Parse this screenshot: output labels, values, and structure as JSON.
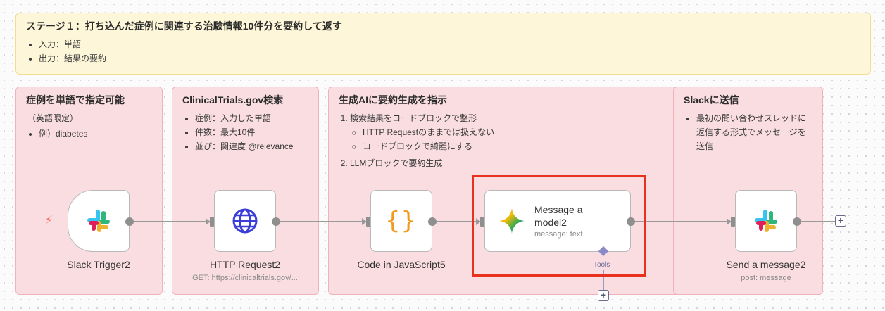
{
  "stage_note": {
    "title": "ステージ１：打ち込んだ症例に関連する治験情報10件分を要約して返す",
    "bullets": [
      "入力：単語",
      "出力：結果の要約"
    ]
  },
  "sections": {
    "trigger": {
      "title": "症例を単語で指定可能",
      "plain": "（英語限定）",
      "bullets": [
        "例）diabetes"
      ]
    },
    "http": {
      "title": "ClinicalTrials.gov検索",
      "bullets": [
        "症例：入力した単語",
        "件数：最大10件",
        "並び：関連度 @relevance"
      ]
    },
    "ai": {
      "title": "生成AIに要約生成を指示",
      "step1": "検索結果をコードブロックで整形",
      "step1_sub": [
        "HTTP Requestのままでは扱えない",
        "コードブロックで綺麗にする"
      ],
      "step2": "LLMブロックで要約生成"
    },
    "slack": {
      "title": "Slackに送信",
      "bullets": [
        "最初の問い合わせスレッドに返信する形式でメッセージを送信"
      ]
    }
  },
  "nodes": {
    "slack_trigger": {
      "label": "Slack Trigger2"
    },
    "http_request": {
      "label": "HTTP Request2",
      "sublabel": "GET: https://clinicaltrials.gov/..."
    },
    "code": {
      "label": "Code in JavaScript5",
      "icon_text": "{}"
    },
    "model": {
      "title": "Message a model2",
      "subtitle": "message: text",
      "tools_label": "Tools"
    },
    "send_message": {
      "label": "Send a message2",
      "sublabel": "post: message"
    }
  },
  "icons": {
    "trigger_bolt": "⚡",
    "plus": "+"
  },
  "colors": {
    "stage_bg": "#fdf6d8",
    "section_bg": "#f9dde1",
    "highlight": "#e8321f",
    "http_globe": "#3b3fd8",
    "code_brace": "#f39a1e",
    "trigger_bolt": "#ff6d5a"
  }
}
